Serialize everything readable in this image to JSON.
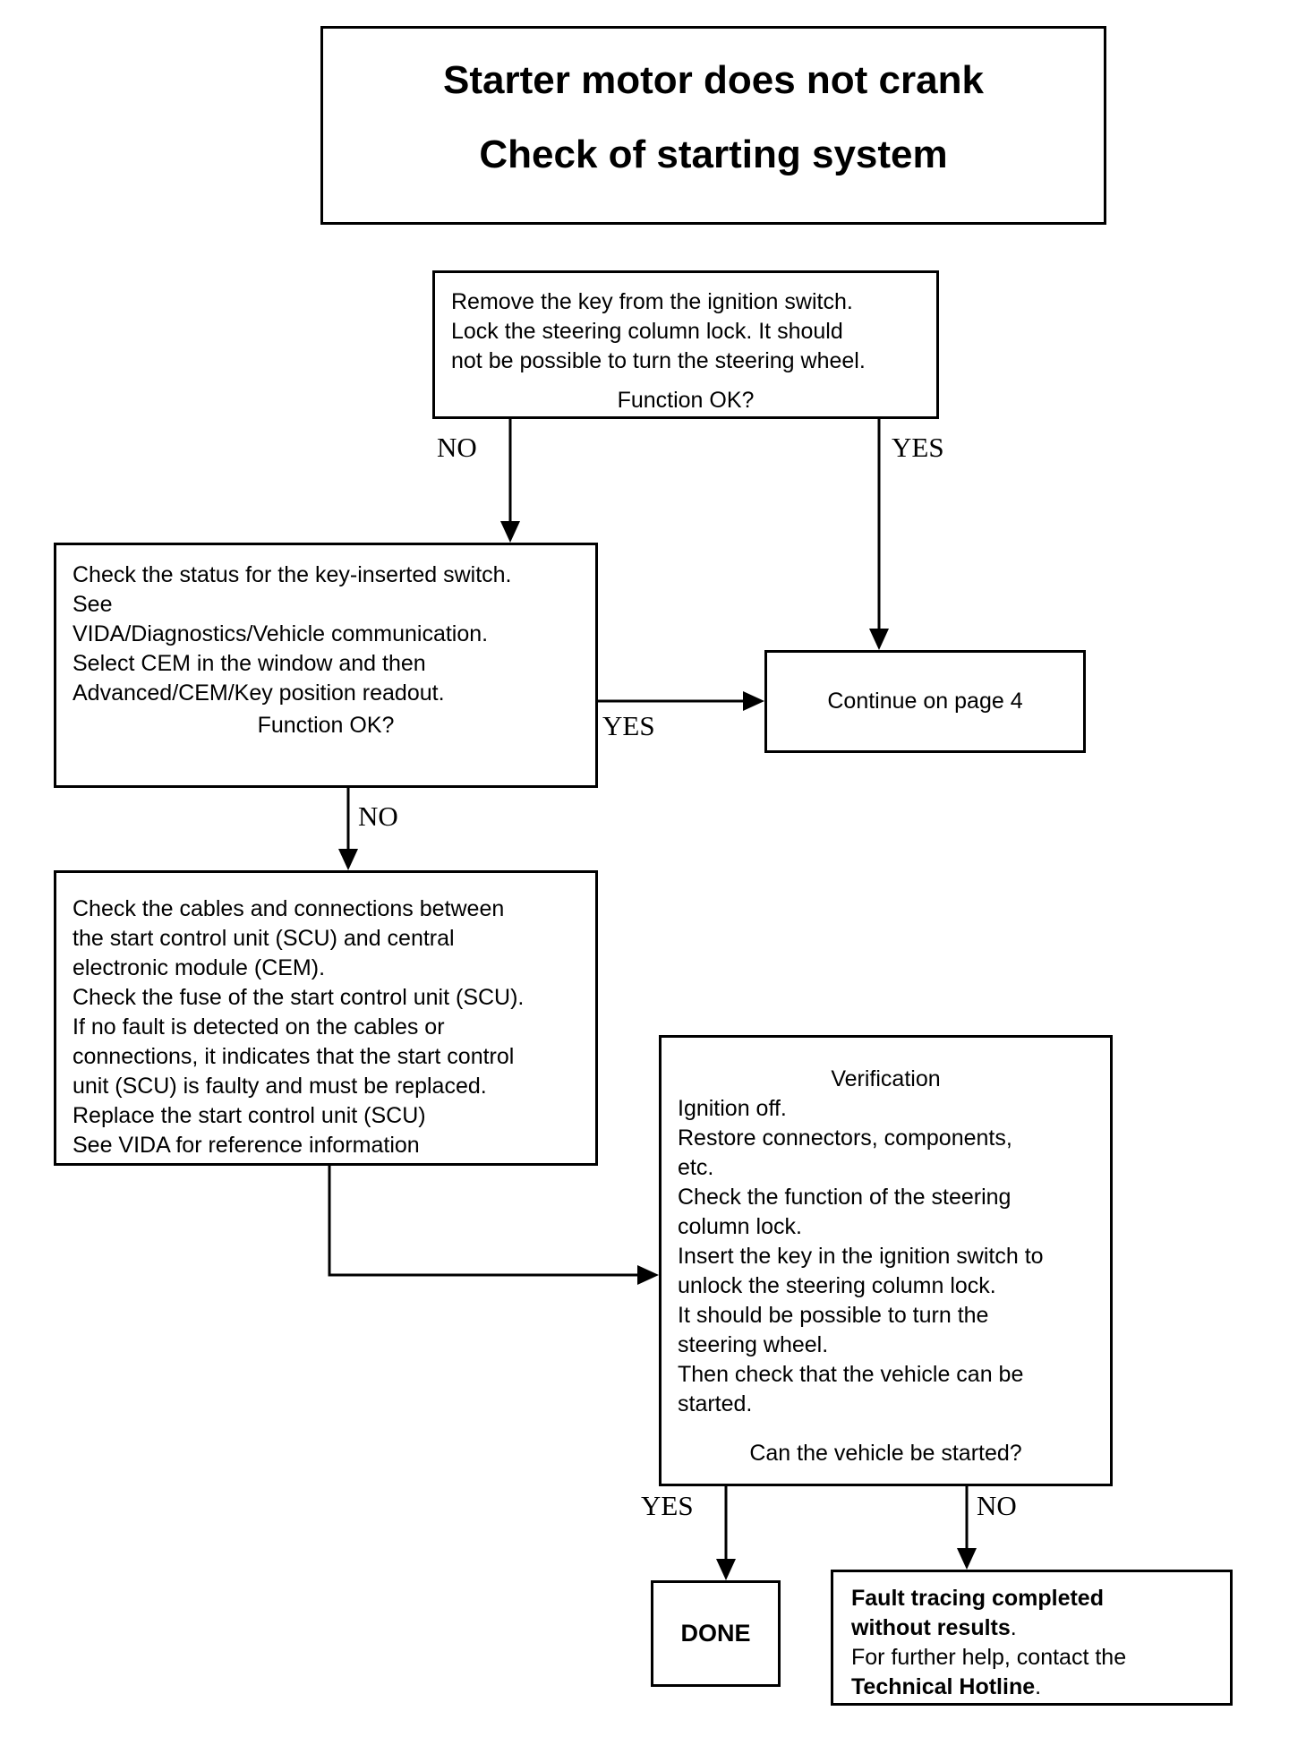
{
  "flowchart": {
    "title": {
      "line1": "Starter motor does not crank",
      "line2": "Check of starting system"
    },
    "step1": {
      "lines": [
        "Remove the key from the ignition switch.",
        "Lock the steering column lock. It should",
        "not be possible to turn the steering wheel."
      ],
      "question": "Function OK?"
    },
    "step2": {
      "lines": [
        "Check the status for the key-inserted switch.",
        "See",
        "VIDA/Diagnostics/Vehicle communication.",
        "Select CEM in the window and then",
        "Advanced/CEM/Key position readout."
      ],
      "question": "Function OK?"
    },
    "continue_box": {
      "label": "Continue on page 4"
    },
    "step3": {
      "lines": [
        "Check the cables and connections between",
        "the start control unit (SCU) and central",
        "electronic module (CEM).",
        "Check the fuse of the start control unit (SCU).",
        "If no fault is detected on the cables or",
        "connections, it indicates that the start control",
        "unit (SCU) is faulty and must be replaced.",
        "Replace the start control unit (SCU)",
        "See VIDA for reference information"
      ]
    },
    "verification": {
      "title": "Verification",
      "lines": [
        "Ignition off.",
        "Restore connectors, components,",
        "etc.",
        "Check the function of the steering",
        "column lock.",
        "Insert the key in the ignition switch to",
        "unlock the steering column lock.",
        "It should be possible to turn the",
        "steering wheel.",
        "Then check that the vehicle can be",
        "started."
      ],
      "question": "Can the vehicle be started?"
    },
    "done_box": {
      "label": "DONE"
    },
    "fault_box": {
      "line1_bold": "Fault tracing completed",
      "line2_bold": "without results",
      "line2_rest": ".",
      "line3": "For further help, contact the",
      "line4_bold": "Technical Hotline",
      "line4_rest": "."
    },
    "labels": {
      "no1": "NO",
      "yes1": "YES",
      "yes2": "YES",
      "no2": "NO",
      "yes3": "YES",
      "no3": "NO"
    },
    "line_color": "#000000",
    "background_color": "#ffffff"
  }
}
